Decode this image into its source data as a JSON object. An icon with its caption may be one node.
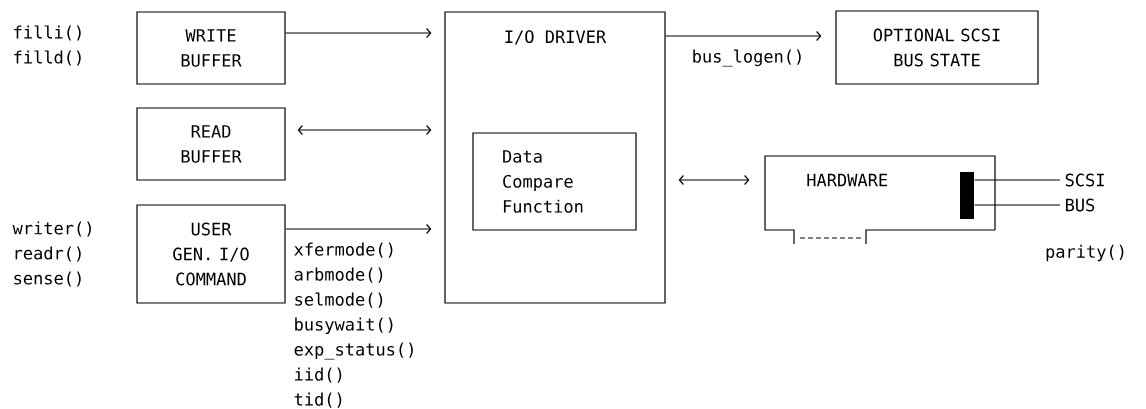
{
  "diagram": {
    "nodes": [
      {
        "text": [
          "WRITE BUFFER"
        ],
        "beside": [
          "filli()",
          "filld()"
        ]
      },
      {
        "text": [
          "READ BUFFER"
        ]
      },
      {
        "text": [
          "USER GEN. I/O COMMAND"
        ],
        "beside": [
          "writer()",
          "readr()",
          "sense()"
        ]
      },
      {
        "text": [
          "I/O DRIVER"
        ]
      },
      {
        "text": [
          "Data Compare Function"
        ],
        "in": 3
      },
      {
        "text": [
          "OPTIONAL SCSI BUS STATE"
        ]
      },
      {
        "text": [
          "HARDWARE"
        ]
      },
      {
        "text": [
          "SCSI"
        ]
      },
      {
        "text": [
          "BUS"
        ]
      }
    ],
    "edges": [
      {
        "from": 0,
        "to": 3,
        "arrow": "to"
      },
      {
        "from": 1,
        "to": 3,
        "arrow": "both"
      },
      {
        "from": 2,
        "to": 3,
        "arrow": "to",
        "label": "xfermode() arbmode() selmode() busywait() exp_status() iid() tid()"
      },
      {
        "from": 3,
        "to": 5,
        "arrow": "to",
        "label": "bus_logen()"
      },
      {
        "from": 3,
        "to": 6,
        "arrow": "both"
      },
      {
        "from": 6,
        "to": 7,
        "arrow": "none"
      },
      {
        "from": 6,
        "to": 8,
        "arrow": "none"
      }
    ],
    "labels": [
      "parity()"
    ]
  }
}
